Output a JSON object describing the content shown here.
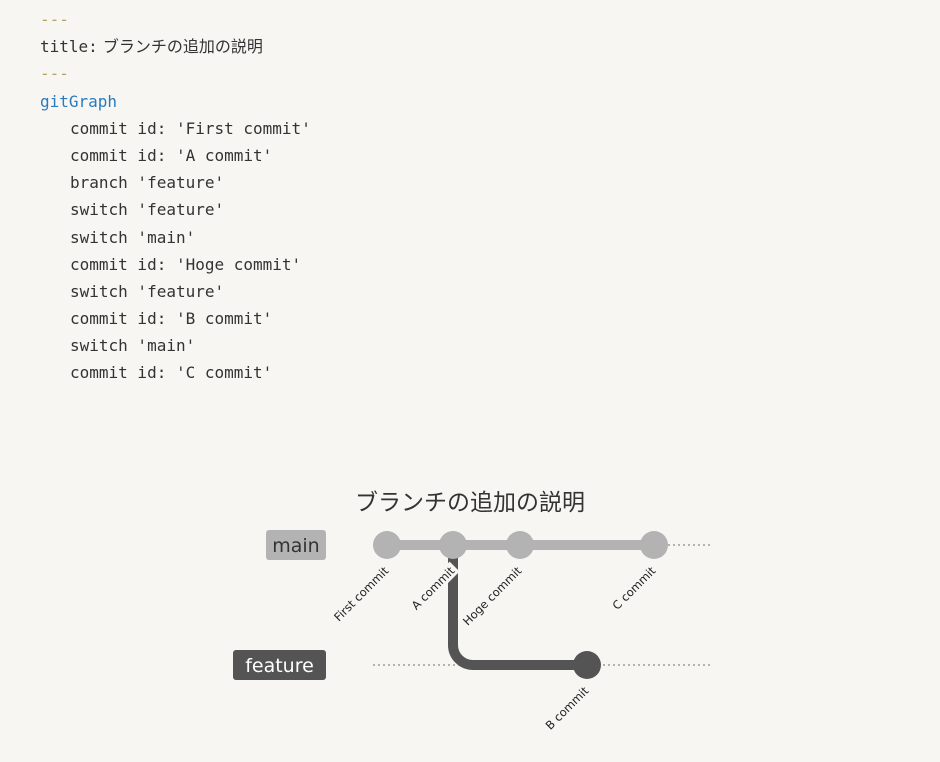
{
  "code": {
    "lines": [
      {
        "parts": [
          {
            "t": "---",
            "c": "fence"
          }
        ]
      },
      {
        "parts": [
          {
            "t": "title:",
            "c": "key"
          },
          {
            "t": " ブランチの追加の説明",
            "c": "title"
          }
        ]
      },
      {
        "parts": [
          {
            "t": "---",
            "c": "fence"
          }
        ]
      },
      {
        "parts": [
          {
            "t": "gitGraph",
            "c": "gitgraph"
          }
        ]
      },
      {
        "indent": true,
        "parts": [
          {
            "t": "commit id:",
            "c": "kw"
          },
          {
            "t": " 'First commit'",
            "c": "str"
          }
        ]
      },
      {
        "indent": true,
        "parts": [
          {
            "t": "commit id:",
            "c": "kw"
          },
          {
            "t": " 'A commit'",
            "c": "str"
          }
        ]
      },
      {
        "indent": true,
        "parts": [
          {
            "t": "branch",
            "c": "kw"
          },
          {
            "t": " 'feature'",
            "c": "str"
          }
        ]
      },
      {
        "indent": true,
        "parts": [
          {
            "t": "switch",
            "c": "kw"
          },
          {
            "t": " 'feature'",
            "c": "str"
          }
        ]
      },
      {
        "indent": true,
        "parts": [
          {
            "t": "switch",
            "c": "kw"
          },
          {
            "t": " 'main'",
            "c": "str"
          }
        ]
      },
      {
        "indent": true,
        "parts": [
          {
            "t": "commit id:",
            "c": "kw"
          },
          {
            "t": " 'Hoge commit'",
            "c": "str"
          }
        ]
      },
      {
        "indent": true,
        "parts": [
          {
            "t": "switch",
            "c": "kw"
          },
          {
            "t": " 'feature'",
            "c": "str"
          }
        ]
      },
      {
        "indent": true,
        "parts": [
          {
            "t": "commit id:",
            "c": "kw"
          },
          {
            "t": " 'B commit'",
            "c": "str"
          }
        ]
      },
      {
        "indent": true,
        "parts": [
          {
            "t": "switch",
            "c": "kw"
          },
          {
            "t": " 'main'",
            "c": "str"
          }
        ]
      },
      {
        "indent": true,
        "parts": [
          {
            "t": "commit id:",
            "c": "kw"
          },
          {
            "t": " 'C commit'",
            "c": "str"
          }
        ]
      }
    ]
  },
  "diagram": {
    "title": "ブランチの追加の説明",
    "branches": [
      {
        "name": "main",
        "color": "#b3b3b3",
        "label_text_color": "#333333"
      },
      {
        "name": "feature",
        "color": "#545454",
        "label_text_color": "#ffffff"
      }
    ],
    "commits": [
      {
        "id": "First commit",
        "branch": "main"
      },
      {
        "id": "A commit",
        "branch": "main"
      },
      {
        "id": "Hoge commit",
        "branch": "main"
      },
      {
        "id": "B commit",
        "branch": "feature",
        "parent": "A commit"
      },
      {
        "id": "C commit",
        "branch": "main"
      }
    ],
    "colors": {
      "background": "#f7f6f3",
      "dotted_line": "#8a8a8a"
    }
  }
}
